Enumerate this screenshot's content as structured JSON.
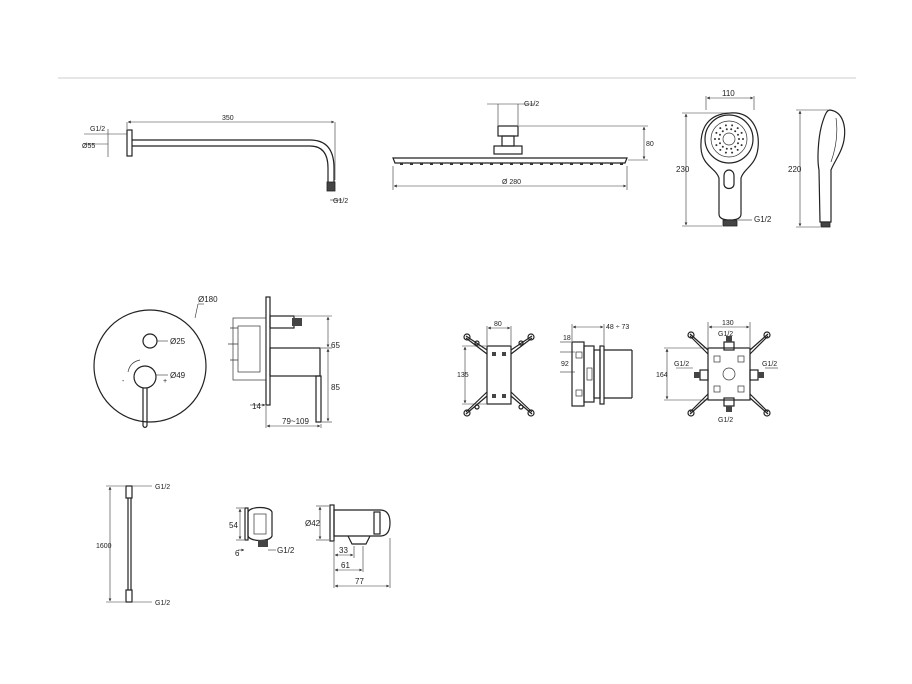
{
  "colors": {
    "line": "#222222",
    "background": "#ffffff",
    "separator": "#cccccc"
  },
  "shower_arm": {
    "length": "350",
    "thread_top": "G1/2",
    "flange": "Ø55",
    "thread_end": "G1/2"
  },
  "rain_head": {
    "thread": "G1/2",
    "width": "Ø 280",
    "height": "80"
  },
  "hand_shower": {
    "width": "110",
    "height_front": "230",
    "thread": "G1/2",
    "height_side": "220"
  },
  "mixer_plate": {
    "plate": "Ø180",
    "diverter": "Ø25",
    "lever": "Ø49"
  },
  "mixer_side": {
    "upper": "65",
    "lower": "85",
    "offset": "14",
    "depth": "79~109"
  },
  "box_front": {
    "width": "80",
    "height": "135"
  },
  "box_side": {
    "depth": "48 ÷ 73",
    "top": "18",
    "mid": "92"
  },
  "box_back": {
    "width": "130",
    "height": "164",
    "port_top": "G1/2",
    "port_left": "G1/2",
    "port_right": "G1/2",
    "port_bottom": "G1/2"
  },
  "hose": {
    "thread_top": "G1/2",
    "length": "1600",
    "thread_bottom": "G1/2"
  },
  "wall_outlet": {
    "height": "54",
    "offset": "6",
    "thread": "G1/2"
  },
  "spout": {
    "diameter": "Ø42",
    "d1": "33",
    "d2": "61",
    "d3": "77"
  }
}
